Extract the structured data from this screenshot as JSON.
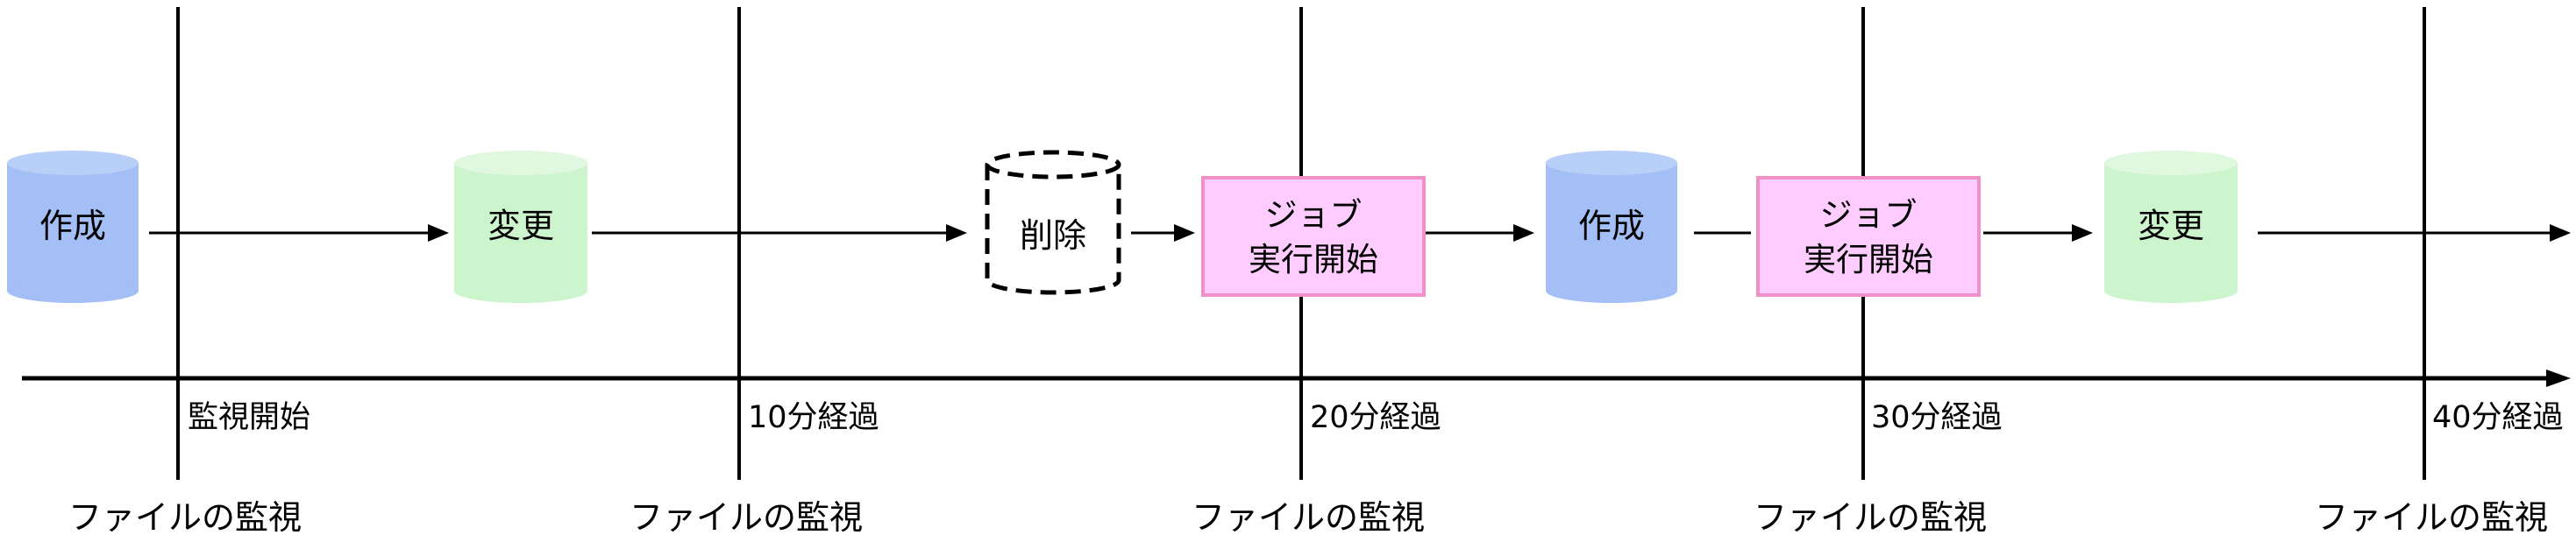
{
  "timeline": {
    "ticks": [
      {
        "label": "監視開始",
        "monitor_label": "ファイルの監視"
      },
      {
        "label": "10分経過",
        "monitor_label": "ファイルの監視"
      },
      {
        "label": "20分経過",
        "monitor_label": "ファイルの監視"
      },
      {
        "label": "30分経過",
        "monitor_label": "ファイルの監視"
      },
      {
        "label": "40分経過",
        "monitor_label": "ファイルの監視"
      }
    ]
  },
  "events": [
    {
      "type": "file",
      "label": "作成",
      "style": "created",
      "color": "#a4bff5"
    },
    {
      "type": "file",
      "label": "変更",
      "style": "changed",
      "color": "#cdf5cd"
    },
    {
      "type": "file",
      "label": "削除",
      "style": "deleted",
      "color": "#ffffff"
    },
    {
      "type": "job",
      "label_line1": "ジョブ",
      "label_line2": "実行開始",
      "fill": "#ffccff",
      "border": "#f090c8"
    },
    {
      "type": "file",
      "label": "作成",
      "style": "created",
      "color": "#a4bff5"
    },
    {
      "type": "job",
      "label_line1": "ジョブ",
      "label_line2": "実行開始",
      "fill": "#ffccff",
      "border": "#f090c8"
    },
    {
      "type": "file",
      "label": "変更",
      "style": "changed",
      "color": "#cdf5cd"
    }
  ],
  "colors": {
    "created_body": "#a4bff5",
    "created_top": "#b8cff8",
    "changed_body": "#cdf5cd",
    "changed_top": "#dff8df",
    "job_fill": "#ffccff",
    "job_border": "#f090c8",
    "line": "#000000"
  }
}
